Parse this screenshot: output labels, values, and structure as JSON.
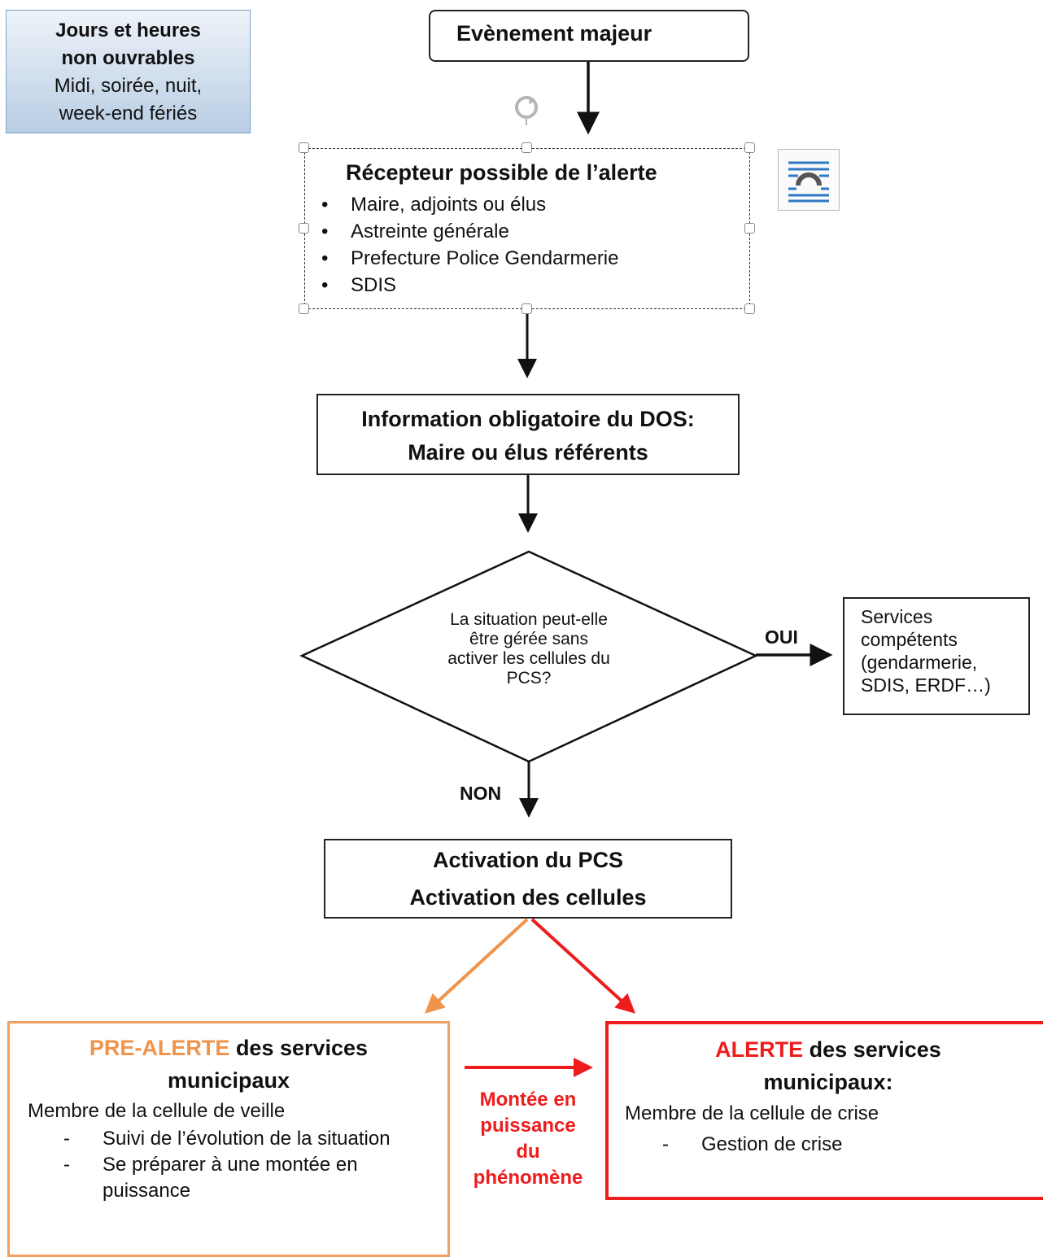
{
  "hours_box": {
    "line1": "Jours et heures",
    "line2": "non ouvrables",
    "line3": "Midi, soirée, nuit,",
    "line4": "week-end fériés"
  },
  "event": {
    "label": "Evènement majeur"
  },
  "receptor": {
    "title": "Récepteur possible de l’alerte",
    "items": [
      "Maire, adjoints ou élus",
      "Astreinte générale",
      "Prefecture Police Gendarmerie",
      "SDIS"
    ]
  },
  "info_dos": {
    "line1": "Information obligatoire du DOS:",
    "line2": "Maire ou élus référents"
  },
  "decision": {
    "line1": "La situation peut-elle",
    "line2": "être gérée sans",
    "line3": "activer les cellules du",
    "line4": "PCS?",
    "yes_label": "OUI",
    "no_label": "NON"
  },
  "services": {
    "line1": "Services",
    "line2": "compétents",
    "line3": "(gendarmerie,",
    "line4": "SDIS, ERDF…)"
  },
  "activation": {
    "line1": "Activation du PCS",
    "line2": "Activation des cellules"
  },
  "pre_alert": {
    "highlight": "PRE-ALERTE",
    "rest": " des services",
    "line2": "municipaux",
    "member": "Membre de la cellule de veille",
    "items": [
      "Suivi de l’évolution de la situation",
      "Se préparer à une montée en puissance"
    ]
  },
  "alert": {
    "highlight": "ALERTE",
    "rest": " des services",
    "line2": "municipaux:",
    "member": "Membre de la cellule de crise",
    "items": [
      "Gestion de crise"
    ]
  },
  "escalation": {
    "line1": "Montée en",
    "line2": "puissance",
    "line3": "du",
    "line4": "phénomène"
  },
  "colors": {
    "orange": "#f0944c",
    "red": "#ee1c1c",
    "hours_box_top": "#eef3f9",
    "hours_box_bottom": "#b9cde4"
  }
}
